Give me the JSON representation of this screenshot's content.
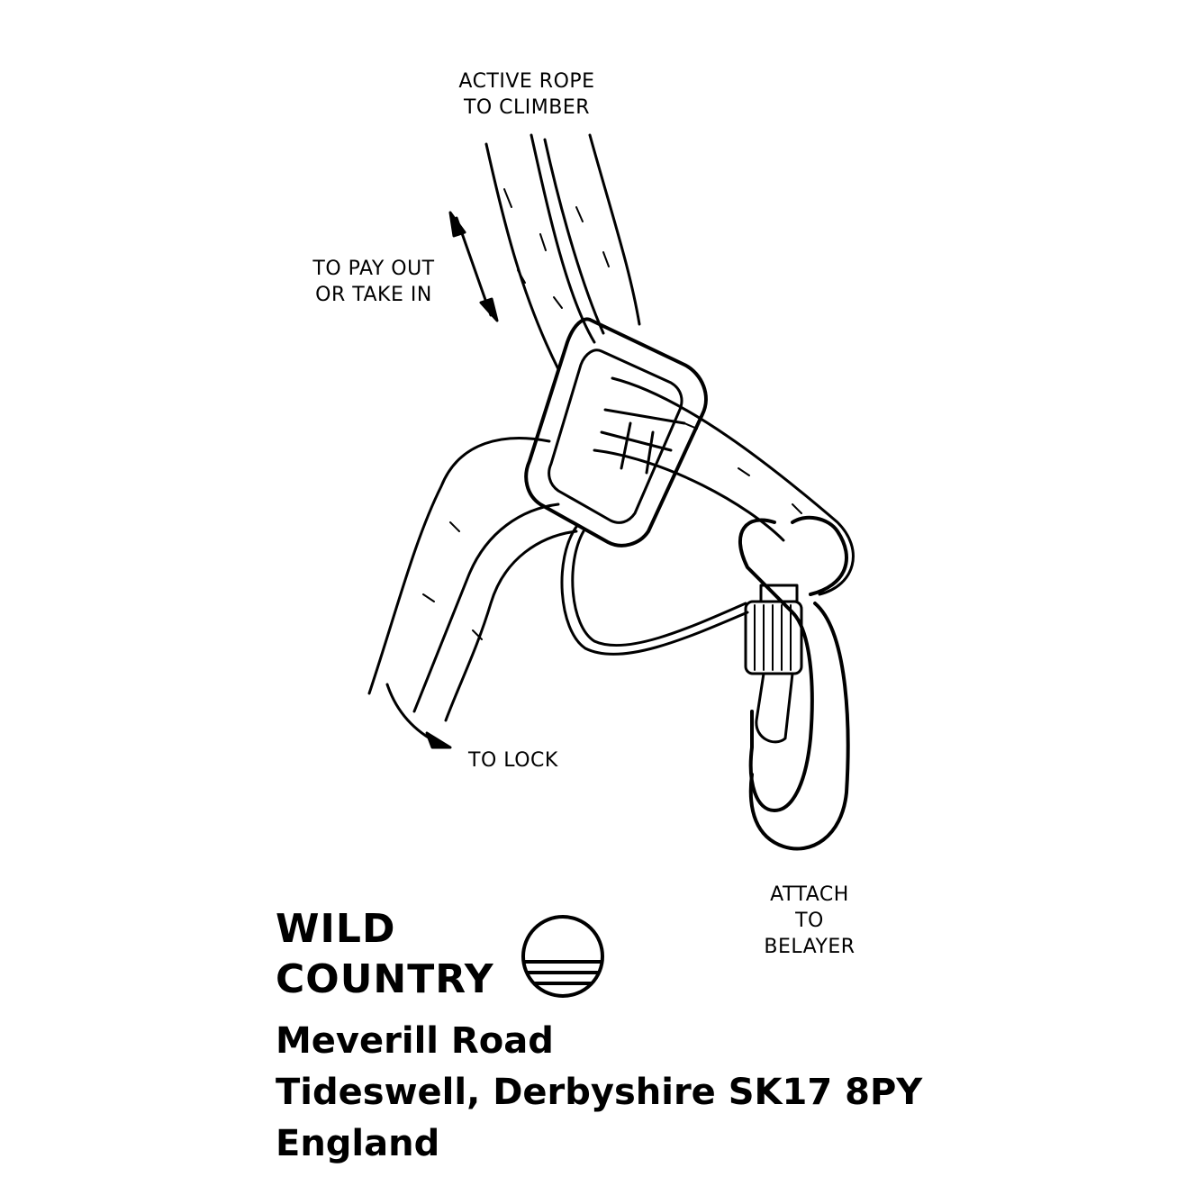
{
  "labels": {
    "active_rope": [
      "ACTIVE ROPE",
      "TO CLIMBER"
    ],
    "pay_out": [
      "TO PAY OUT",
      "OR TAKE IN"
    ],
    "to_lock": "TO LOCK",
    "attach": [
      "ATTACH",
      "TO",
      "BELAYER"
    ]
  },
  "brand": {
    "line1": "WILD",
    "line2": "COUNTRY",
    "logo_icon": "circle-horizon-logo-icon"
  },
  "address": {
    "line1": "Meverill Road",
    "line2": "Tideswell, Derbyshire SK17 8PY",
    "line3": "England"
  },
  "colors": {
    "ink": "#000000",
    "paper": "#ffffff"
  }
}
